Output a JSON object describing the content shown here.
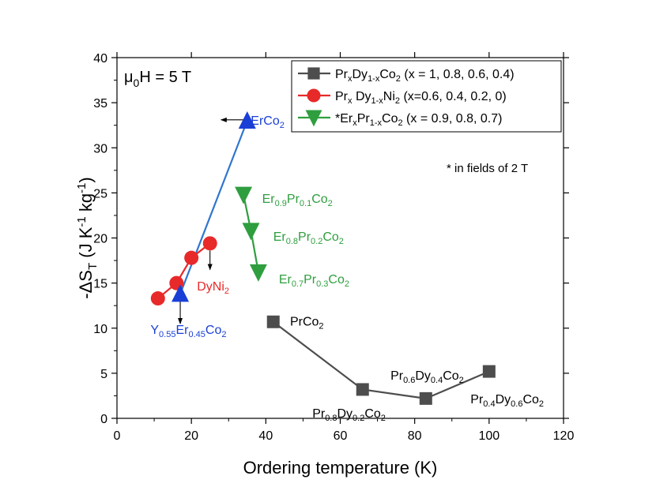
{
  "chart_data": {
    "type": "scatter",
    "xlabel": "Ordering temperature (K)",
    "ylabel": {
      "main": "-ΔS",
      "sub": "T",
      "units_a": " (J K",
      "sup_a": "-1",
      "units_b": " kg",
      "sup_b": "-1",
      "close": ")"
    },
    "xlim": [
      0,
      120
    ],
    "ylim": [
      0,
      40
    ],
    "xticks": [
      "0",
      "20",
      "40",
      "60",
      "80",
      "100",
      "120"
    ],
    "yticks": [
      "0",
      "5",
      "10",
      "15",
      "20",
      "25",
      "30",
      "35",
      "40"
    ],
    "field_label": {
      "pre": "μ",
      "sub": "0",
      "post": "H = 5 T"
    },
    "footnote": "* in fields of 2 T",
    "legend_position": "top-right",
    "colors": {
      "gray": "#4d4d4d",
      "red": "#e8292a",
      "green": "#2f9e3f",
      "blue": "#1a3fd6",
      "blue_line": "#2f76d0",
      "black": "#000000"
    },
    "legend": [
      {
        "marker": "square",
        "parts": [
          [
            "n",
            "Pr"
          ],
          [
            "sub",
            "x"
          ],
          [
            "n",
            "Dy"
          ],
          [
            "sub",
            "1-x"
          ],
          [
            "n",
            "Co"
          ],
          [
            "sub",
            "2"
          ],
          [
            "n",
            " (x = 1, 0.8, 0.6, 0.4)"
          ]
        ]
      },
      {
        "marker": "circle",
        "parts": [
          [
            "n",
            "Pr"
          ],
          [
            "sub",
            "x"
          ],
          [
            "n",
            " Dy"
          ],
          [
            "sub",
            "1-x"
          ],
          [
            "n",
            "Ni"
          ],
          [
            "sub",
            "2"
          ],
          [
            "n",
            " (x=0.6, 0.4, 0.2, 0)"
          ]
        ]
      },
      {
        "marker": "triangle-down",
        "parts": [
          [
            "n",
            "*Er"
          ],
          [
            "sub",
            "x"
          ],
          [
            "n",
            "Pr"
          ],
          [
            "sub",
            "1-x"
          ],
          [
            "n",
            "Co"
          ],
          [
            "sub",
            "2"
          ],
          [
            "n",
            " (x = 0.9, 0.8, 0.7)"
          ]
        ]
      }
    ],
    "series": [
      {
        "marker": "square",
        "color": "gray",
        "x": [
          42,
          66,
          83,
          100
        ],
        "y": [
          10.7,
          3.2,
          2.2,
          5.2
        ]
      },
      {
        "marker": "circle",
        "color": "red",
        "x": [
          11,
          16,
          20,
          25
        ],
        "y": [
          13.3,
          15.0,
          17.8,
          19.4
        ]
      },
      {
        "marker": "triangle-down",
        "color": "green",
        "x": [
          34,
          36,
          38
        ],
        "y": [
          24.8,
          20.8,
          16.2
        ]
      },
      {
        "marker": "triangle-up",
        "color": "blue",
        "line_color": "blue_line",
        "x": [
          17,
          35
        ],
        "y": [
          13.8,
          33.0
        ]
      }
    ],
    "annotations": [
      {
        "color": "blue",
        "x": 45,
        "y": 33.1,
        "anchor": "end",
        "parts": [
          [
            "n",
            "ErCo"
          ],
          [
            "sub",
            "2"
          ]
        ]
      },
      {
        "color": "red",
        "x": 21.5,
        "y": 14.7,
        "anchor": "start",
        "parts": [
          [
            "n",
            "DyNi"
          ],
          [
            "sub",
            "2"
          ]
        ]
      },
      {
        "color": "blue",
        "x": 9,
        "y": 9.9,
        "anchor": "start",
        "parts": [
          [
            "n",
            "Y"
          ],
          [
            "sub",
            "0.55"
          ],
          [
            "n",
            "Er"
          ],
          [
            "sub",
            "0.45"
          ],
          [
            "n",
            "Co"
          ],
          [
            "sub",
            "2"
          ]
        ]
      },
      {
        "color": "green",
        "x": 39,
        "y": 24.4,
        "anchor": "start",
        "parts": [
          [
            "n",
            "Er"
          ],
          [
            "sub",
            "0.9"
          ],
          [
            "n",
            "Pr"
          ],
          [
            "sub",
            "0.1"
          ],
          [
            "n",
            "Co"
          ],
          [
            "sub",
            "2"
          ]
        ]
      },
      {
        "color": "green",
        "x": 42,
        "y": 20.2,
        "anchor": "start",
        "parts": [
          [
            "n",
            "Er"
          ],
          [
            "sub",
            "0.8"
          ],
          [
            "n",
            "Pr"
          ],
          [
            "sub",
            "0.2"
          ],
          [
            "n",
            "Co"
          ],
          [
            "sub",
            "2"
          ]
        ]
      },
      {
        "color": "green",
        "x": 43.5,
        "y": 15.5,
        "anchor": "start",
        "parts": [
          [
            "n",
            "Er"
          ],
          [
            "sub",
            "0.7"
          ],
          [
            "n",
            "Pr"
          ],
          [
            "sub",
            "0.3"
          ],
          [
            "n",
            "Co"
          ],
          [
            "sub",
            "2"
          ]
        ]
      },
      {
        "color": "black",
        "x": 46.5,
        "y": 10.8,
        "anchor": "start",
        "parts": [
          [
            "n",
            "PrCo"
          ],
          [
            "sub",
            "2"
          ]
        ]
      },
      {
        "color": "black",
        "x": 52.5,
        "y": 0.6,
        "anchor": "start",
        "parts": [
          [
            "n",
            "Pr"
          ],
          [
            "sub",
            "0.8"
          ],
          [
            "n",
            "Dy"
          ],
          [
            "sub",
            "0.2"
          ],
          [
            "n",
            "Co"
          ],
          [
            "sub",
            "2"
          ]
        ]
      },
      {
        "color": "black",
        "x": 73.5,
        "y": 4.8,
        "anchor": "start",
        "parts": [
          [
            "n",
            "Pr"
          ],
          [
            "sub",
            "0.6"
          ],
          [
            "n",
            "Dy"
          ],
          [
            "sub",
            "0.4"
          ],
          [
            "n",
            "Co"
          ],
          [
            "sub",
            "2"
          ]
        ]
      },
      {
        "color": "black",
        "x": 95,
        "y": 2.2,
        "anchor": "start",
        "parts": [
          [
            "n",
            "Pr"
          ],
          [
            "sub",
            "0.4"
          ],
          [
            "n",
            "Dy"
          ],
          [
            "sub",
            "0.6"
          ],
          [
            "n",
            "Co"
          ],
          [
            "sub",
            "2"
          ]
        ]
      }
    ],
    "arrows": [
      {
        "x1": 35,
        "y1": 33.1,
        "x2": 28,
        "y2": 33.1
      },
      {
        "x1": 25,
        "y1": 18.6,
        "x2": 25,
        "y2": 16.5
      },
      {
        "x1": 17,
        "y1": 13.0,
        "x2": 17,
        "y2": 10.5
      }
    ]
  }
}
